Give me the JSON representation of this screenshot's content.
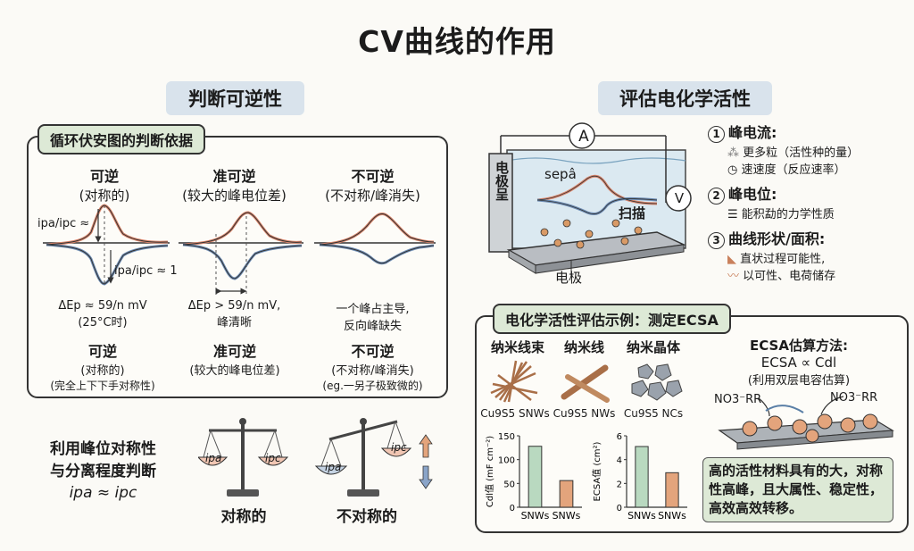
{
  "title": "CV曲线的作用",
  "left": {
    "heading": "判断可逆性",
    "panel_title": "循环伏安图的判断依据",
    "columns": [
      {
        "title": "可逆",
        "subtitle": "(对称的)",
        "note1": "ΔEp ≈ 59/n mV",
        "note2": "(25°C时)",
        "bottom_title": "可逆",
        "bottom_sub1": "(对称的)",
        "bottom_sub2": "(完全上下下手对称性)"
      },
      {
        "title": "准可逆",
        "subtitle": "(较大的峰电位差)",
        "note1": "ΔEp > 59/n mV,",
        "note2": "峰清晰",
        "bottom_title": "准可逆",
        "bottom_sub1": "(较大的峰电位差)",
        "bottom_sub2": ""
      },
      {
        "title": "不可逆",
        "subtitle": "(不对称/峰消失)",
        "note1": "一个峰占主导,",
        "note2": "反向峰缺失",
        "bottom_title": "不可逆",
        "bottom_sub1": "(不对称/峰消失)",
        "bottom_sub2": "(eg.一另子极致微的)"
      }
    ],
    "ratio_label_top": "ipa/ipc ≈",
    "ratio_label_bottom": "ipa/ipc ≈ 1",
    "balance_text1": "利用峰位对称性",
    "balance_text2": "与分离程度判断",
    "balance_eq": "ipa ≈ ipc",
    "balance_sym_label": "对称的",
    "balance_asym_label": "不对称的",
    "pan_left": "ipa",
    "pan_right": "ipc"
  },
  "right": {
    "heading": "评估电化学活性",
    "setup": {
      "ammeter": "A",
      "voltmeter": "V",
      "electrode_side": "电极呈",
      "scan_label": "sepâ",
      "scan_label2": "扫描",
      "electrode": "电极"
    },
    "factors": [
      {
        "num": "1",
        "title": "峰电流:",
        "lines": [
          {
            "icon": "particles-icon",
            "text": "更多粒（活性种的量）"
          },
          {
            "icon": "gauge-icon",
            "text": "速速度（反应速率）"
          }
        ]
      },
      {
        "num": "2",
        "title": "峰电位:",
        "lines": [
          {
            "icon": "energy-levels-icon",
            "text": "能积勐的力学性质"
          }
        ]
      },
      {
        "num": "3",
        "title": "曲线形状/面积:",
        "lines": [
          {
            "icon": "area-shape-icon",
            "text": "直状过程可能性,"
          },
          {
            "icon": "wave-chart-icon",
            "text": "以可性、电荷储存"
          }
        ]
      }
    ],
    "example": {
      "title": "电化学活性评估示例：测定ECSA",
      "materials": [
        {
          "name": "纳米线束",
          "label": "Cu9S5 SNWs"
        },
        {
          "name": "纳米线",
          "label": "Cu9S5 NWs"
        },
        {
          "name": "纳米晶体",
          "label": "Cu9S5 NCs"
        }
      ],
      "method_title": "ECSA估算方法:",
      "method_eq": "ECSA ∝ Cdl",
      "method_note": "(利用双层电容估算)",
      "reaction_left": "NO3⁻RR",
      "reaction_right": "NO3⁻RR",
      "conclusion": "高的活性材料具有的大，对称性高峰，且大属性、稳定性，高效高效转移。"
    }
  },
  "chart_data": [
    {
      "type": "bar",
      "categories": [
        "SNWs",
        "SNWs"
      ],
      "values": [
        128,
        56
      ],
      "ylabel": "Cdl值 (mF cm⁻²)",
      "ylim": [
        0,
        150
      ],
      "yticks": [
        0,
        50,
        100,
        150
      ],
      "colors": [
        "#b9d9c0",
        "#e3a47c"
      ]
    },
    {
      "type": "bar",
      "categories": [
        "SNWs",
        "SNWs"
      ],
      "values": [
        5.1,
        2.9
      ],
      "ylabel": "ECSA值 (cm²)",
      "ylim": [
        0,
        6
      ],
      "yticks": [
        0,
        2,
        4,
        6
      ],
      "colors": [
        "#b9d9c0",
        "#e3a47c"
      ]
    }
  ]
}
